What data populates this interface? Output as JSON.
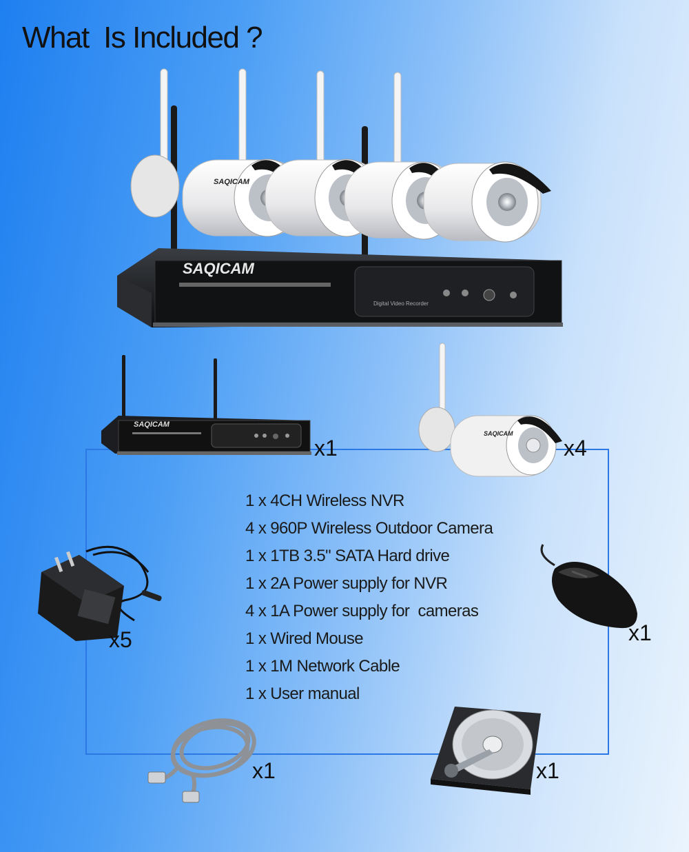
{
  "title": "What  Is Included ?",
  "brand": "SAQICAM",
  "nvr_face_text": "Digital Video Recorder",
  "items": [
    "1 x 4CH Wireless NVR",
    "4 x 960P Wireless Outdoor Camera",
    "1 x 1TB 3.5\" SATA Hard drive",
    "1 x 2A Power supply for NVR",
    "4 x 1A Power supply for  cameras",
    "1 x Wired Mouse",
    "1 x 1M Network Cable",
    "1 x User manual"
  ],
  "quantities": {
    "nvr": "x1",
    "camera": "x4",
    "power": "x5",
    "mouse": "x1",
    "cable": "x1",
    "hdd": "x1"
  },
  "colors": {
    "frame": "#2b78e4",
    "text": "#111111"
  }
}
